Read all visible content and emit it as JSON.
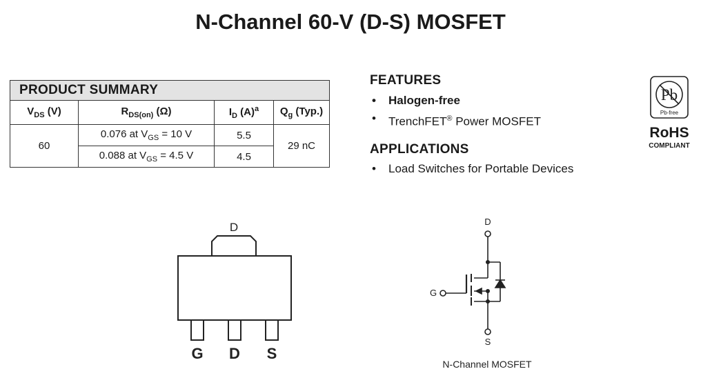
{
  "title": "N-Channel 60-V (D-S) MOSFET",
  "product_summary": {
    "heading": "PRODUCT SUMMARY",
    "col_vds": {
      "base": "V",
      "sub": "DS",
      "suffix": " (V)"
    },
    "col_rds": {
      "base": "R",
      "sub": "DS(on)",
      "suffix": " (Ω)"
    },
    "col_id": {
      "base": "I",
      "sub": "D",
      "suffix": " (A)",
      "sup": "a"
    },
    "col_qg": {
      "base": "Q",
      "sub": "g",
      "suffix": " (Typ.)"
    },
    "vds_value": "60",
    "rows": [
      {
        "rds_prefix": "0.076 at V",
        "rds_sub": "GS",
        "rds_suffix": " = 10 V",
        "id": "5.5"
      },
      {
        "rds_prefix": "0.088 at V",
        "rds_sub": "GS",
        "rds_suffix": " = 4.5 V",
        "id": "4.5"
      }
    ],
    "qg_value": "29 nC"
  },
  "features": {
    "heading": "FEATURES",
    "items": [
      "Halogen-free",
      "TrenchFET",
      "®",
      " Power MOSFET"
    ]
  },
  "applications": {
    "heading": "APPLICATIONS",
    "items": [
      "Load Switches for Portable Devices"
    ]
  },
  "rohs": {
    "badge_symbol": "Pb",
    "badge_label": "Pb-free",
    "title": "RoHS",
    "subtitle": "COMPLIANT"
  },
  "package": {
    "top_pin": "D",
    "bottom_pins": [
      "G",
      "D",
      "S"
    ]
  },
  "schematic": {
    "drain_label": "D",
    "gate_label": "G",
    "source_label": "S",
    "caption": "N-Channel MOSFET"
  }
}
